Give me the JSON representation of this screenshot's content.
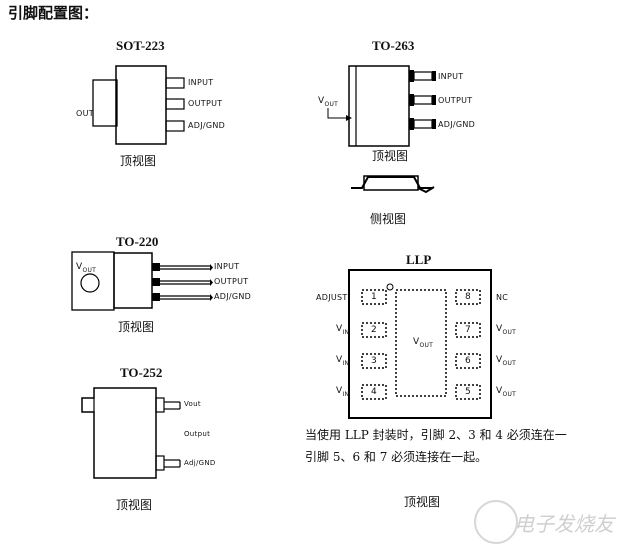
{
  "title": "引脚配置图：",
  "sot223": {
    "name": "SOT-223",
    "pins": [
      "INPUT",
      "OUTPUT",
      "ADJ/GND"
    ],
    "tab": "OUT",
    "caption": "顶视图"
  },
  "to263": {
    "name": "TO-263",
    "pins": [
      "INPUT",
      "OUTPUT",
      "ADJ/GND"
    ],
    "vout": "V",
    "vout_sub": "OUT",
    "caption_top": "顶视图",
    "caption_side": "侧视图"
  },
  "to220": {
    "name": "TO-220",
    "pins": [
      "INPUT",
      "OUTPUT",
      "ADJ/GND"
    ],
    "vout": "V",
    "vout_sub": "OUT",
    "caption": "顶视图"
  },
  "to252": {
    "name": "TO-252",
    "pins": [
      "Vout",
      "Output",
      "Adj/GND"
    ],
    "caption": "顶视图"
  },
  "llp": {
    "name": "LLP",
    "left_labels": [
      {
        "main": "ADJUST",
        "sub": ""
      },
      {
        "main": "V",
        "sub": "IN"
      },
      {
        "main": "V",
        "sub": "IN"
      },
      {
        "main": "V",
        "sub": "IN"
      }
    ],
    "right_labels": [
      {
        "main": "NC",
        "sub": ""
      },
      {
        "main": "V",
        "sub": "OUT"
      },
      {
        "main": "V",
        "sub": "OUT"
      },
      {
        "main": "V",
        "sub": "OUT"
      }
    ],
    "left_pins": [
      "1",
      "2",
      "3",
      "4"
    ],
    "right_pins": [
      "8",
      "7",
      "6",
      "5"
    ],
    "center_main": "V",
    "center_sub": "OUT",
    "note_line1": "当使用 LLP 封装时，引脚 2、3 和 4 必须连在一",
    "note_line2": "引脚 5、6 和 7 必须连接在一起。",
    "caption": "顶视图"
  },
  "watermark": "电子发烧友"
}
